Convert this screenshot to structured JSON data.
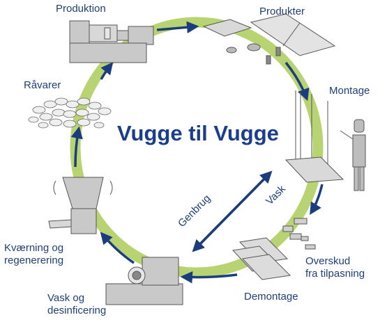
{
  "title": "Vugge til Vugge",
  "stages": {
    "produktion": "Produktion",
    "produkter": "Produkter",
    "montage": "Montage",
    "overskud_line1": "Overskud",
    "overskud_line2": "fra tilpasning",
    "demontage": "Demontage",
    "vask_line1": "Vask og",
    "vask_line2": "desinficering",
    "kvaerning_line1": "Kværning og",
    "kvaerning_line2": "regenerering",
    "raavarer": "Råvarer"
  },
  "arrows": {
    "genbrug": "Genbrug",
    "vask": "Vask"
  },
  "colors": {
    "ring": "#b8d472",
    "arrow": "#1c3d7d",
    "text": "#1f3f7a",
    "machine": "#c9c9c9",
    "machine_stroke": "#555555"
  }
}
